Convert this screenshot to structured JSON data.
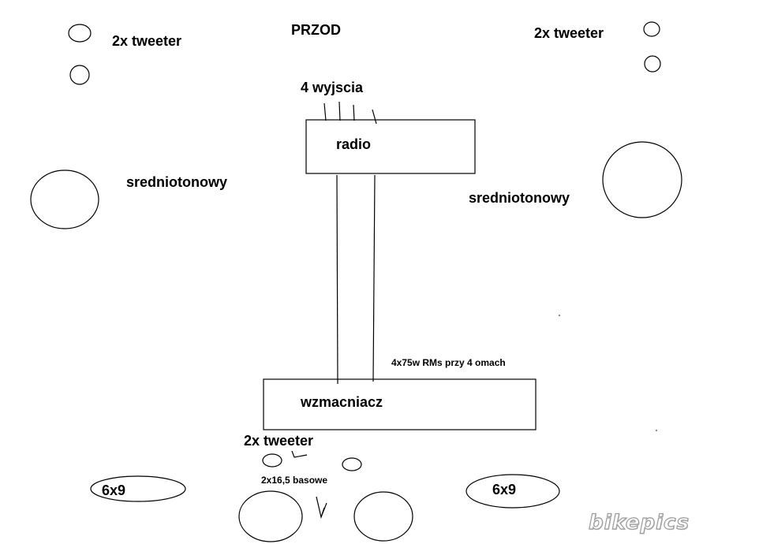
{
  "labels": {
    "front": "PRZOD",
    "tweeter_front_left": "2x tweeter",
    "tweeter_front_right": "2x tweeter",
    "outputs": "4 wyjscia",
    "radio": "radio",
    "midrange_left": "sredniotonowy",
    "midrange_right": "sredniotonowy",
    "amp_spec": "4x75w RMs przy 4 omach",
    "amplifier": "wzmacniacz",
    "tweeter_rear": "2x tweeter",
    "bass": "2x16,5 basowe",
    "sixbynine_left": "6x9",
    "sixbynine_right": "6x9"
  },
  "watermark": "bikepics",
  "colors": {
    "ink": "#000000",
    "background": "#ffffff",
    "watermark_outline": "#9a9a9a"
  }
}
